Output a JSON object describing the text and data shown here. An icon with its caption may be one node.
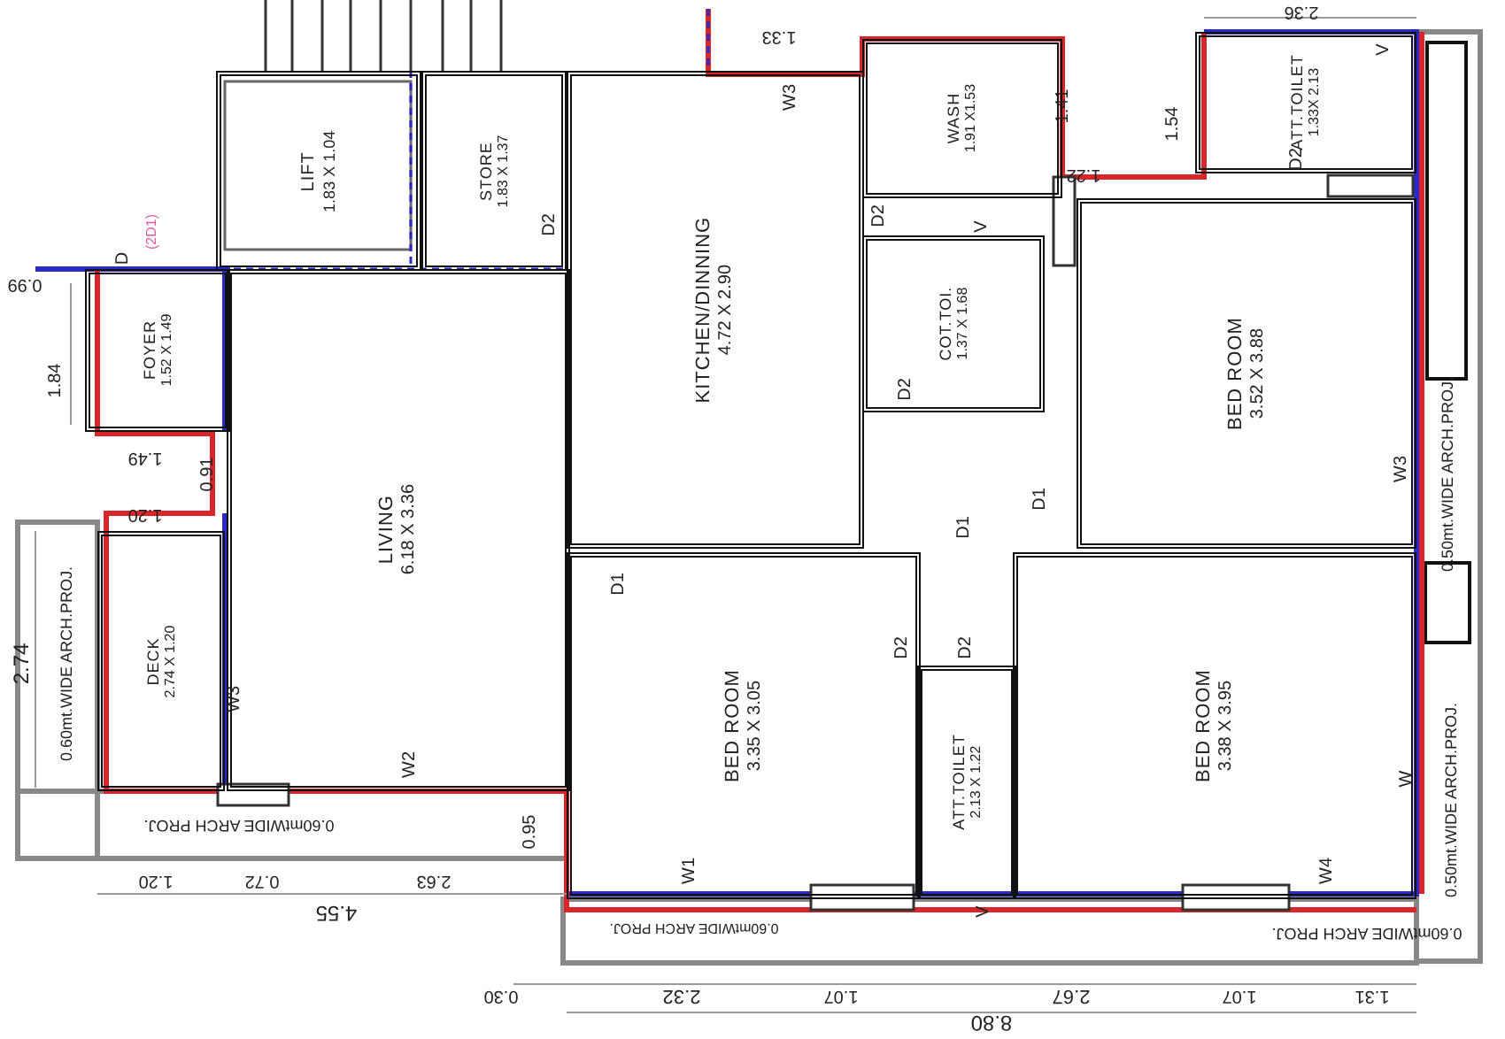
{
  "diagram": {
    "nodes": [
      {
        "text": [
          "LIFT",
          "1.83 X 1.04"
        ]
      },
      {
        "text": [
          "STORE",
          "1.83 X 1.37"
        ]
      },
      {
        "text": [
          "KITCHEN/DINNING",
          "4.72 X 2.90"
        ]
      },
      {
        "text": [
          "WASH",
          "1.91 X1.53"
        ]
      },
      {
        "text": [
          "COT.TOI.",
          "1.37 X 1.68"
        ]
      },
      {
        "text": [
          "ATT.TOILET",
          "1.33X 2.13"
        ]
      },
      {
        "text": [
          "BED ROOM",
          "3.52 X 3.88"
        ]
      },
      {
        "text": [
          "FOYER",
          "1.52 X 1.49"
        ]
      },
      {
        "text": [
          "LIVING",
          "6.18 X 3.36"
        ]
      },
      {
        "text": [
          "DECK",
          "2.74 X 1.20"
        ]
      },
      {
        "text": [
          "BED ROOM",
          "3.35 X 3.05"
        ]
      },
      {
        "text": [
          "ATT.TOILET",
          "2.13 X 1.22"
        ]
      },
      {
        "text": [
          "BED ROOM",
          "3.38 X 3.95"
        ]
      }
    ],
    "labels": [
      "2.36",
      "1.33",
      "W3",
      "1.41",
      "1.54",
      "1.22",
      "V",
      "D2",
      "D2",
      "D2",
      "V",
      "D",
      "(2D1)",
      "0.99",
      "1.84",
      "D2",
      "1.49",
      "0.91",
      "1.20",
      "D2",
      "D1",
      "0.50mt.WIDE ARCH.PROJ.",
      "W3",
      "2.74",
      "0.60mt.WIDE ARCH.PROJ.",
      "D1",
      "D1",
      "W3",
      "D2",
      "W",
      "0.50mt.WIDE ARCH.PROJ.",
      "W2",
      "0.60mtWIDE ARCH PROJ.",
      "0.95",
      "W1",
      "W4",
      "1.20",
      "0.72",
      "2.63",
      "V",
      "0.60mtWIDE ARCH PROJ.",
      "0.60mtWIDE ARCH PROJ.",
      "4.55",
      "0.30",
      "2.32",
      "1.07",
      "2.67",
      "1.07",
      "1.31",
      "8.80"
    ]
  }
}
